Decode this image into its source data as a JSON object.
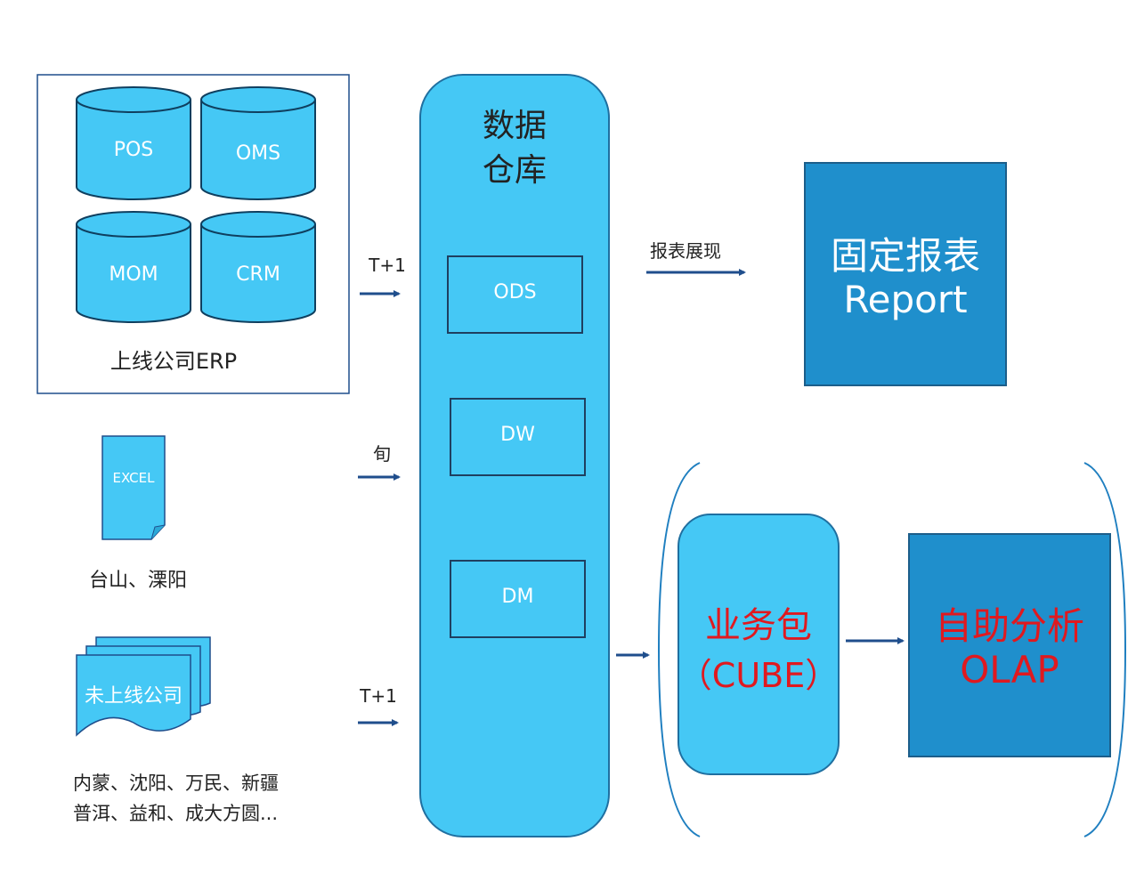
{
  "sources": {
    "erp": {
      "databases": [
        "POS",
        "OMS",
        "MOM",
        "CRM"
      ],
      "caption": "上线公司ERP"
    },
    "excel": {
      "doc_label": "EXCEL",
      "caption": "台山、溧阳"
    },
    "unlisted": {
      "doc_label": "未上线公司",
      "caption_line1": "内蒙、沈阳、万民、新疆",
      "caption_line2": "普洱、益和、成大方圆..."
    }
  },
  "arrows": {
    "erp_freq": "T+1",
    "excel_freq": "旬",
    "unlisted_freq": "T+1",
    "report_label": "报表展现"
  },
  "warehouse": {
    "title_line1": "数据",
    "title_line2": "仓库",
    "layers": [
      "ODS",
      "DW",
      "DM"
    ]
  },
  "report": {
    "line1": "固定报表",
    "line2": "Report"
  },
  "cube": {
    "line1": "业务包",
    "line2": "（CUBE）"
  },
  "olap": {
    "line1": "自助分析",
    "line2": "OLAP"
  },
  "colors": {
    "light_blue": "#45c8f5",
    "dark_blue": "#1f8fcc",
    "arrow_navy": "#1f4e8c",
    "red_text": "#e0191f"
  }
}
